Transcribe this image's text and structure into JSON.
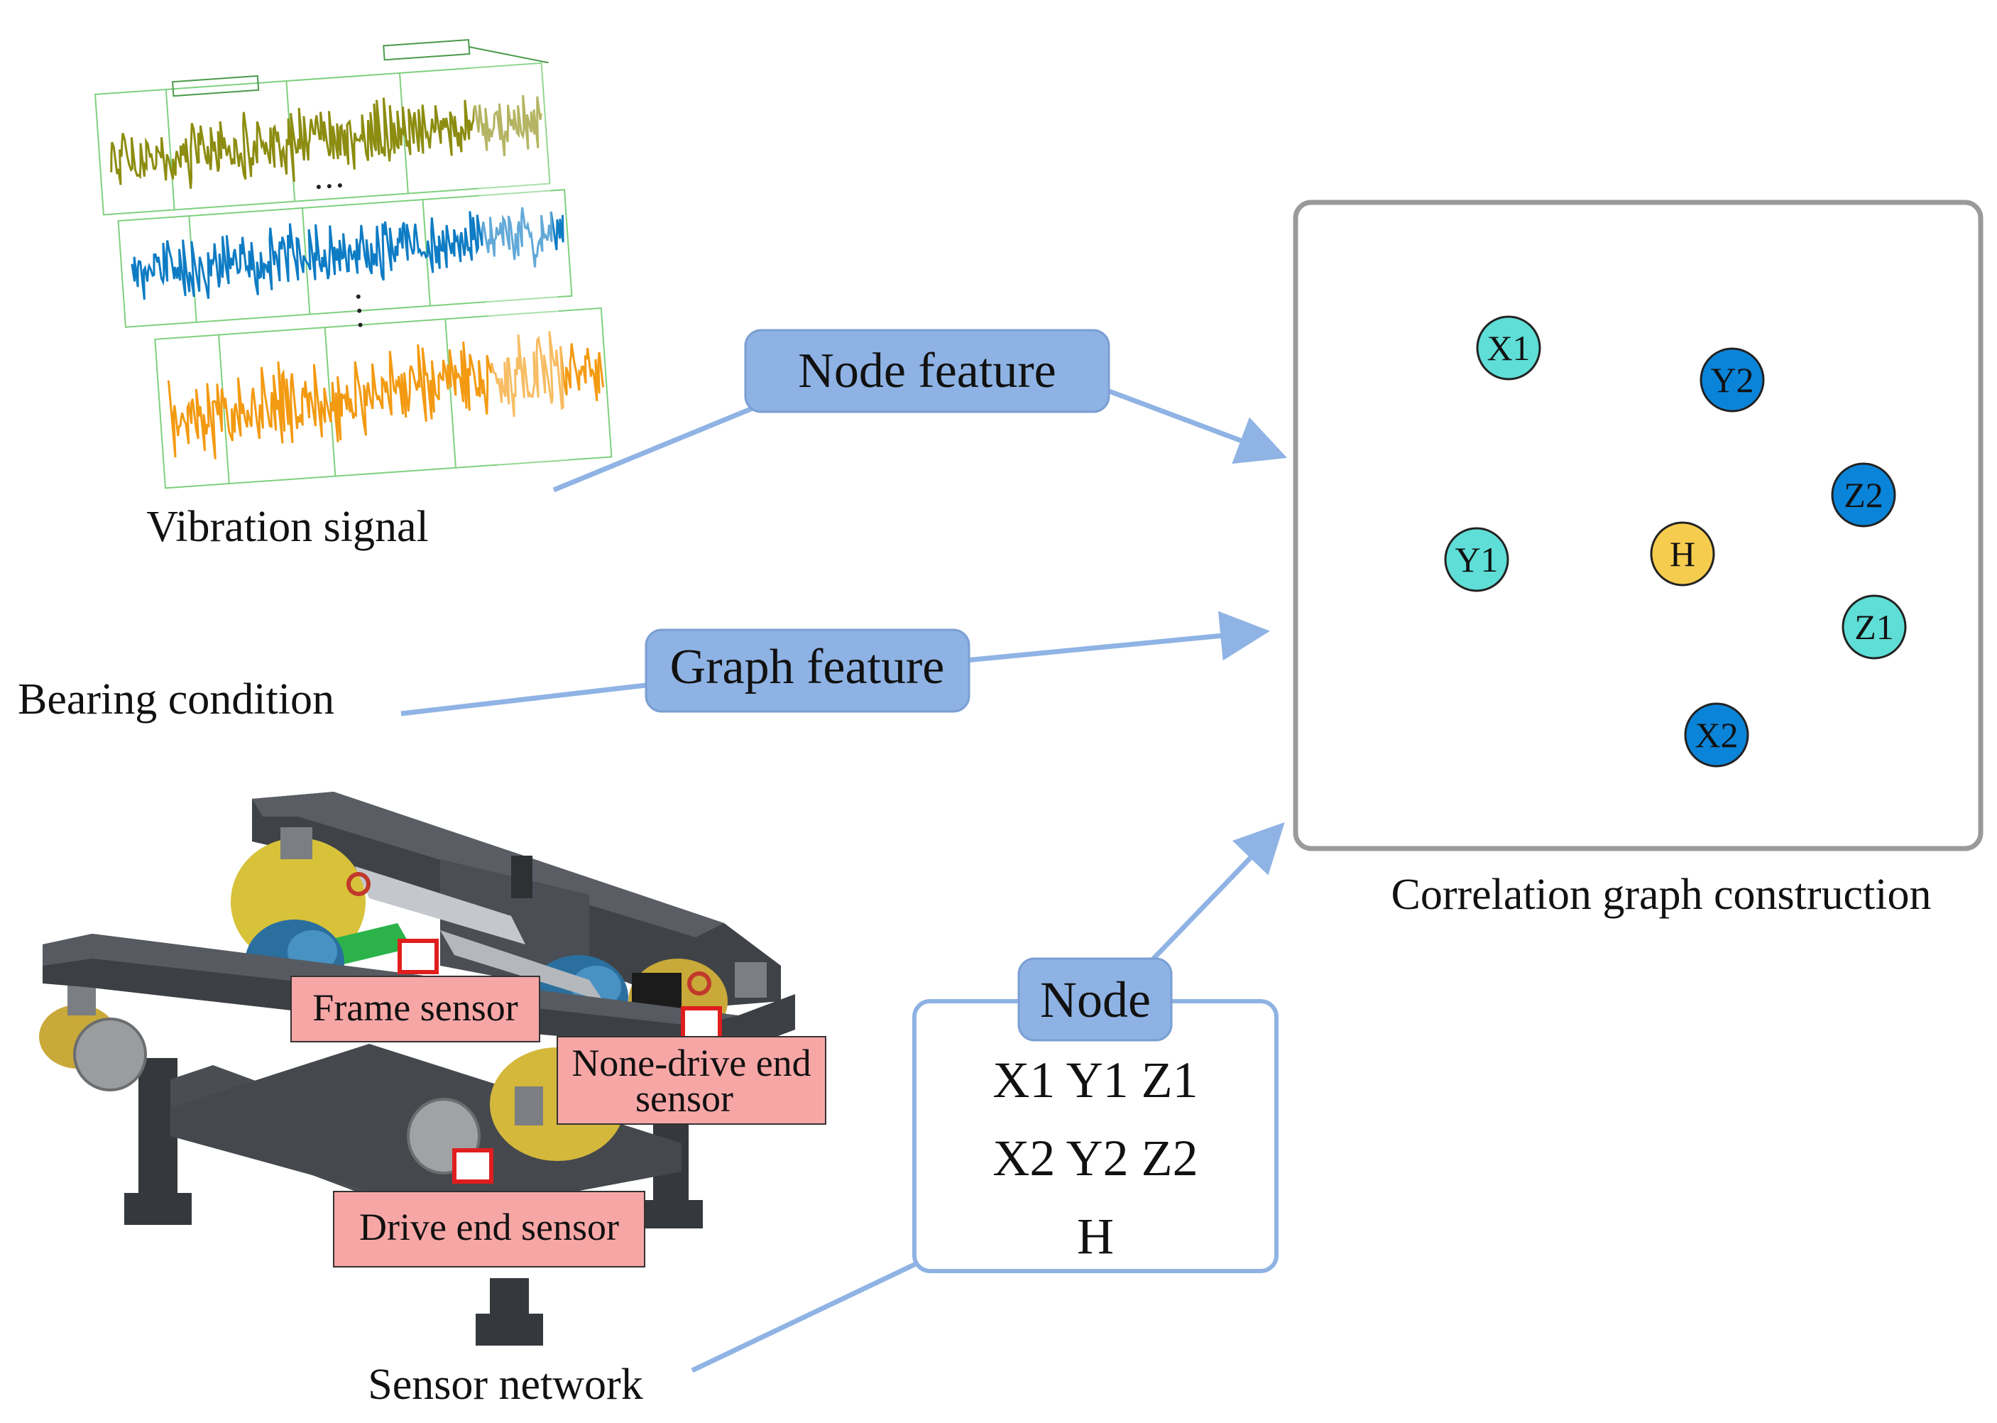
{
  "labels": {
    "vibration_signal": "Vibration signal",
    "bearing_condition": "Bearing condition",
    "sensor_network": "Sensor network",
    "correlation_graph": "Correlation graph construction"
  },
  "feature_boxes": {
    "node_feature": "Node feature",
    "graph_feature": "Graph feature"
  },
  "node_list": {
    "title": "Node",
    "rows": [
      "X1 Y1 Z1",
      "X2 Y2 Z2",
      "H"
    ]
  },
  "sensor_labels": {
    "frame": "Frame sensor",
    "none_drive_line1": "None-drive end",
    "none_drive_line2": "sensor",
    "drive_end": "Drive end sensor"
  },
  "graph_nodes": [
    {
      "id": "X1",
      "label": "X1",
      "color": "#5EDED6"
    },
    {
      "id": "Y2",
      "label": "Y2",
      "color": "#0A84D8"
    },
    {
      "id": "Z2",
      "label": "Z2",
      "color": "#0A84D8"
    },
    {
      "id": "Y1",
      "label": "Y1",
      "color": "#5EDED6"
    },
    {
      "id": "H",
      "label": "H",
      "color": "#F6CC4E"
    },
    {
      "id": "Z1",
      "label": "Z1",
      "color": "#5EDED6"
    },
    {
      "id": "X2",
      "label": "X2",
      "color": "#0A84D8"
    }
  ],
  "colors": {
    "accent_blue": "#8EB2E3",
    "connector": "#8FB3E4",
    "sensor_pink": "#F7A6A6",
    "graph_border": "#9A9A9A",
    "signal_olive": "#8C8C10",
    "signal_blue": "#0E7CC4",
    "signal_orange": "#F39A12"
  }
}
